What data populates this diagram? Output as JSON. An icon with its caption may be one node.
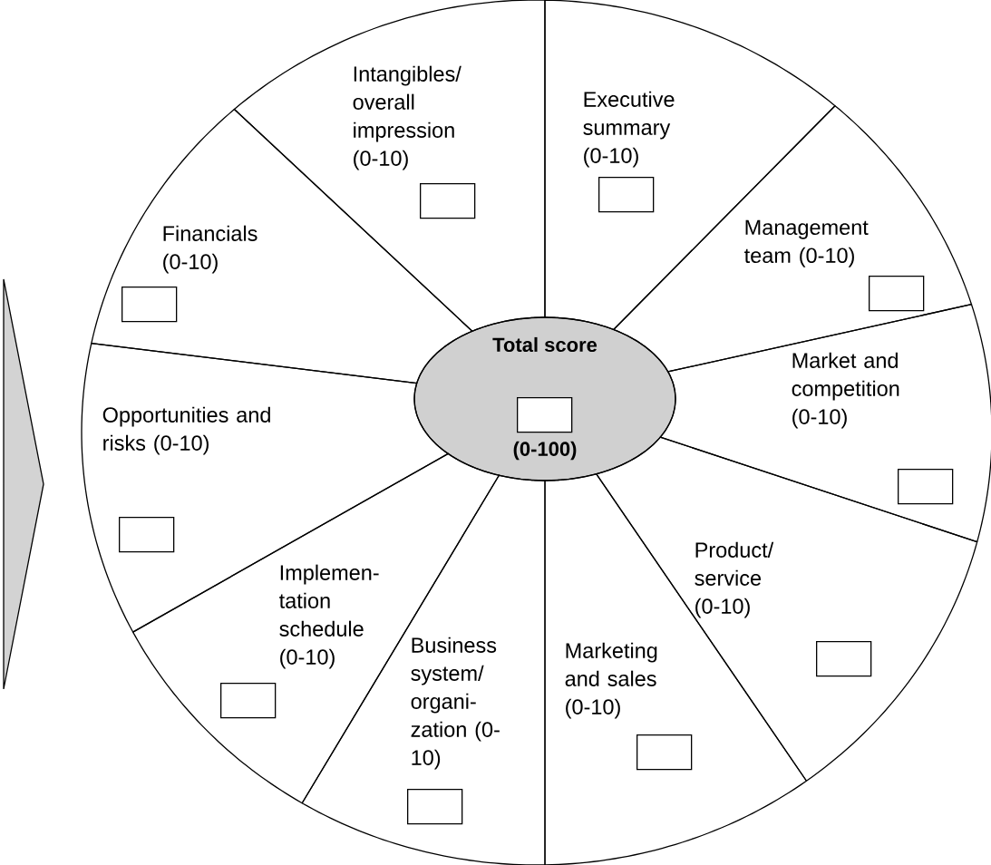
{
  "diagram": {
    "nodes": [
      {
        "text": [],
        "shape": "triangle"
      },
      {
        "text": [
          "Total score",
          "(0-100)"
        ]
      },
      {
        "text": [],
        "shape": "box",
        "in": 1
      },
      {
        "text": [
          "Executive summary (0-10)"
        ]
      },
      {
        "text": [],
        "shape": "box",
        "in": 3
      },
      {
        "text": [
          "Management team (0-10)"
        ]
      },
      {
        "text": [],
        "shape": "box",
        "in": 5
      },
      {
        "text": [
          "Market and competition (0-10)"
        ]
      },
      {
        "text": [],
        "shape": "box",
        "in": 7
      },
      {
        "text": [
          "Product/ service (0-10)"
        ]
      },
      {
        "text": [],
        "shape": "box",
        "in": 9
      },
      {
        "text": [
          "Marketing and sales (0-10)"
        ]
      },
      {
        "text": [],
        "shape": "box",
        "in": 11
      },
      {
        "text": [
          "Business system/ organi-zation (0-10)"
        ]
      },
      {
        "text": [],
        "shape": "box",
        "in": 13
      },
      {
        "text": [
          "Implemen-tation schedule (0-10)"
        ]
      },
      {
        "text": [],
        "shape": "box",
        "in": 15
      },
      {
        "text": [
          "Opportunities and risks (0-10)"
        ]
      },
      {
        "text": [],
        "shape": "box",
        "in": 17
      },
      {
        "text": [
          "Financials (0-10)"
        ]
      },
      {
        "text": [],
        "shape": "box",
        "in": 19
      },
      {
        "text": [
          "Intangibles/ overall impression (0-10)"
        ]
      },
      {
        "text": [],
        "shape": "box",
        "in": 21
      }
    ]
  }
}
